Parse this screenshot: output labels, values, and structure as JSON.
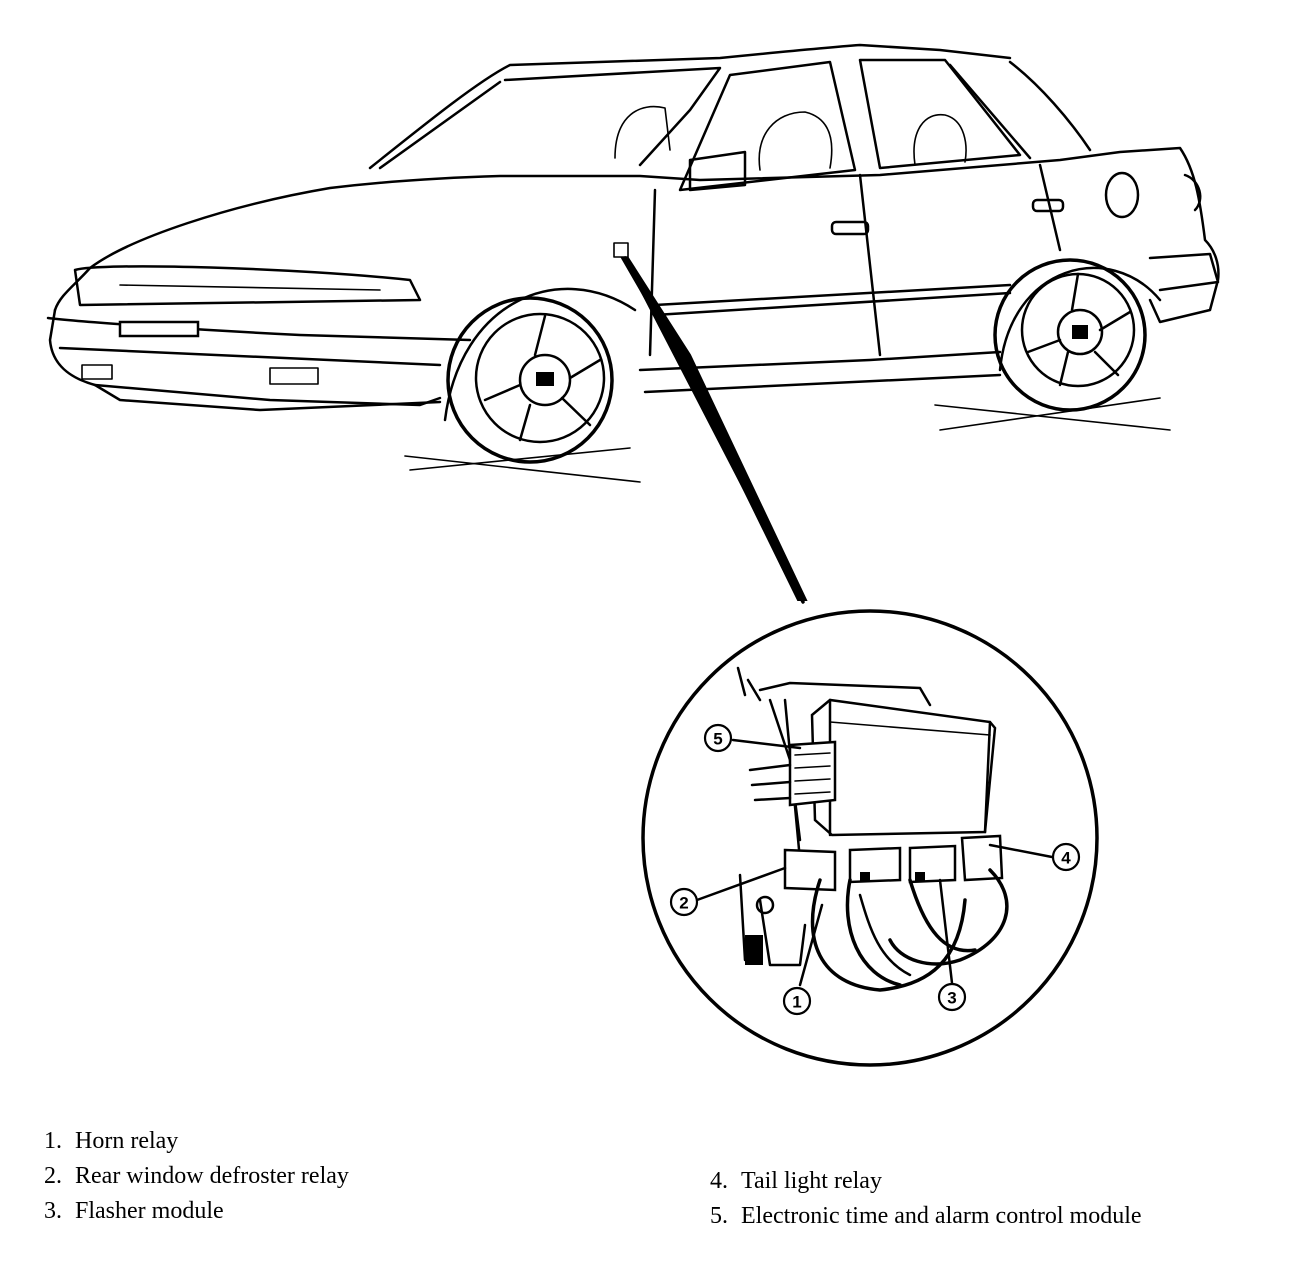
{
  "legend": {
    "items": [
      {
        "num": "1.",
        "label": "Horn relay"
      },
      {
        "num": "2.",
        "label": "Rear window defroster relay"
      },
      {
        "num": "3.",
        "label": "Flasher module"
      },
      {
        "num": "4.",
        "label": "Tail light relay"
      },
      {
        "num": "5.",
        "label": "Electronic time and alarm control module"
      }
    ]
  },
  "callouts": {
    "c1": "1",
    "c2": "2",
    "c3": "3",
    "c4": "4",
    "c5": "5"
  }
}
